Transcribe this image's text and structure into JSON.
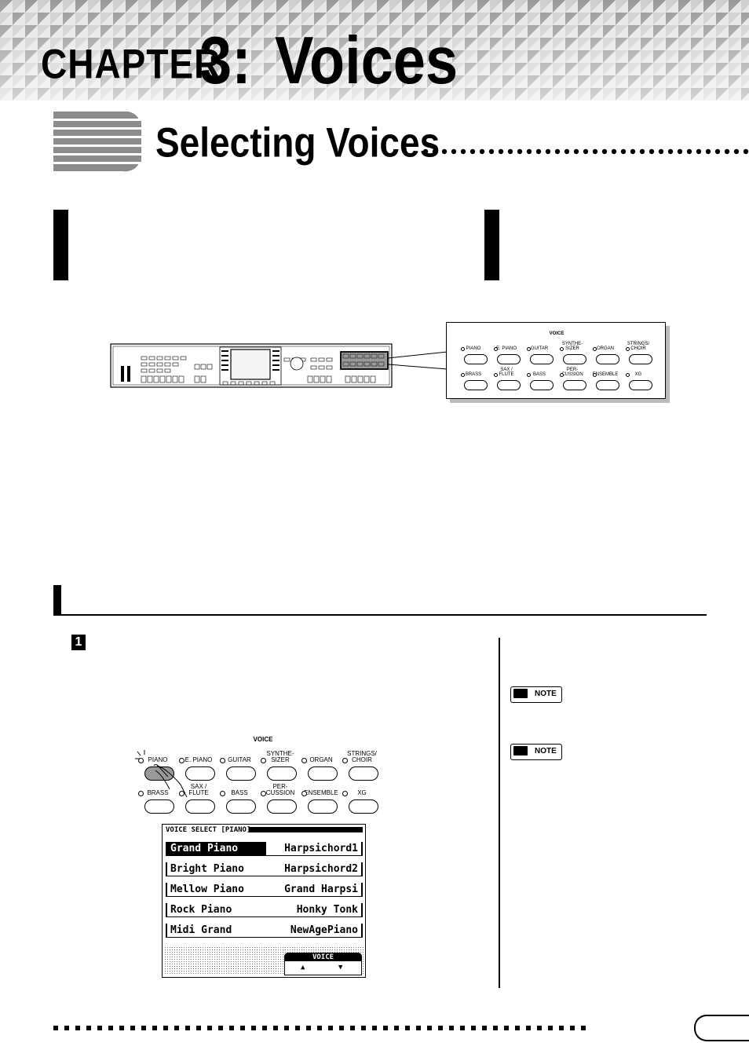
{
  "header": {
    "chapter_word": "CHAPTER",
    "chapter_number": "3:",
    "chapter_title": "Voices"
  },
  "section": {
    "title": "Selecting Voices"
  },
  "voice_panel": {
    "heading": "VOICE",
    "row1": [
      {
        "label": "PIANO"
      },
      {
        "label": "E. PIANO"
      },
      {
        "label": "GUITAR"
      },
      {
        "label": "SYNTHE-\nSIZER"
      },
      {
        "label": "ORGAN"
      },
      {
        "label": "STRINGS/\nCHOIR"
      }
    ],
    "row2": [
      {
        "label": "BRASS"
      },
      {
        "label": "SAX /\nFLUTE"
      },
      {
        "label": "BASS"
      },
      {
        "label": "PER-\nCUSSION"
      },
      {
        "label": "ENSEMBLE"
      },
      {
        "label": "XG"
      }
    ]
  },
  "step": {
    "number": "1"
  },
  "notes": [
    {
      "label": "NOTE"
    },
    {
      "label": "NOTE"
    }
  ],
  "lcd": {
    "title": "VOICE SELECT [PIANO]",
    "left_items": [
      "Grand Piano",
      "Bright Piano",
      "Mellow Piano",
      "Rock Piano",
      "Midi Grand"
    ],
    "right_items": [
      "Harpsichord1",
      "Harpsichord2",
      "Grand Harpsi",
      "Honky Tonk",
      "NewAgePiano"
    ],
    "selected": "Grand Piano",
    "footer_tab": "VOICE",
    "up_arrow": "▲",
    "down_arrow": "▼"
  }
}
